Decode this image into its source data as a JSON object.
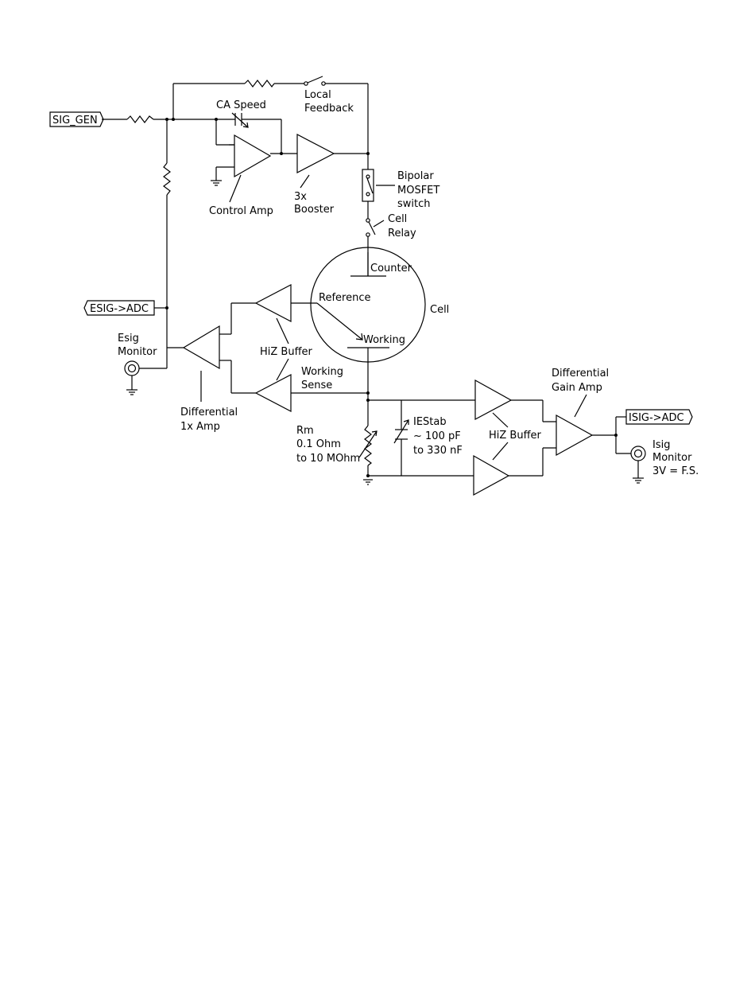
{
  "ports": {
    "sig_gen": "SIG_GEN",
    "esig_adc": "ESIG->ADC",
    "isig_adc": "ISIG->ADC"
  },
  "labels": {
    "local_feedback_1": "Local",
    "local_feedback_2": "Feedback",
    "ca_speed": "CA Speed",
    "control_amp": "Control Amp",
    "booster_1": "3x",
    "booster_2": "Booster",
    "bipolar_1": "Bipolar",
    "bipolar_2": "MOSFET",
    "bipolar_3": "switch",
    "cell_relay_1": "Cell",
    "cell_relay_2": "Relay",
    "counter": "Counter",
    "reference": "Reference",
    "cell": "Cell",
    "working": "Working",
    "hiz_buffer_top": "HiZ Buffer",
    "esig_monitor_1": "Esig",
    "esig_monitor_2": "Monitor",
    "working_sense_1": "Working",
    "working_sense_2": "Sense",
    "differential_1": "Differential",
    "differential_2": "1x Amp",
    "rm_1": "Rm",
    "rm_2": "0.1 Ohm",
    "rm_3": "to 10 MOhm",
    "iestab_1": "IEStab",
    "iestab_2": "~ 100 pF",
    "iestab_3": "to 330 nF",
    "hiz_buffer_bottom": "HiZ Buffer",
    "diff_gain_1": "Differential",
    "diff_gain_2": "Gain Amp",
    "isig_monitor_1": "Isig",
    "isig_monitor_2": "Monitor",
    "isig_monitor_3": "3V = F.S."
  }
}
